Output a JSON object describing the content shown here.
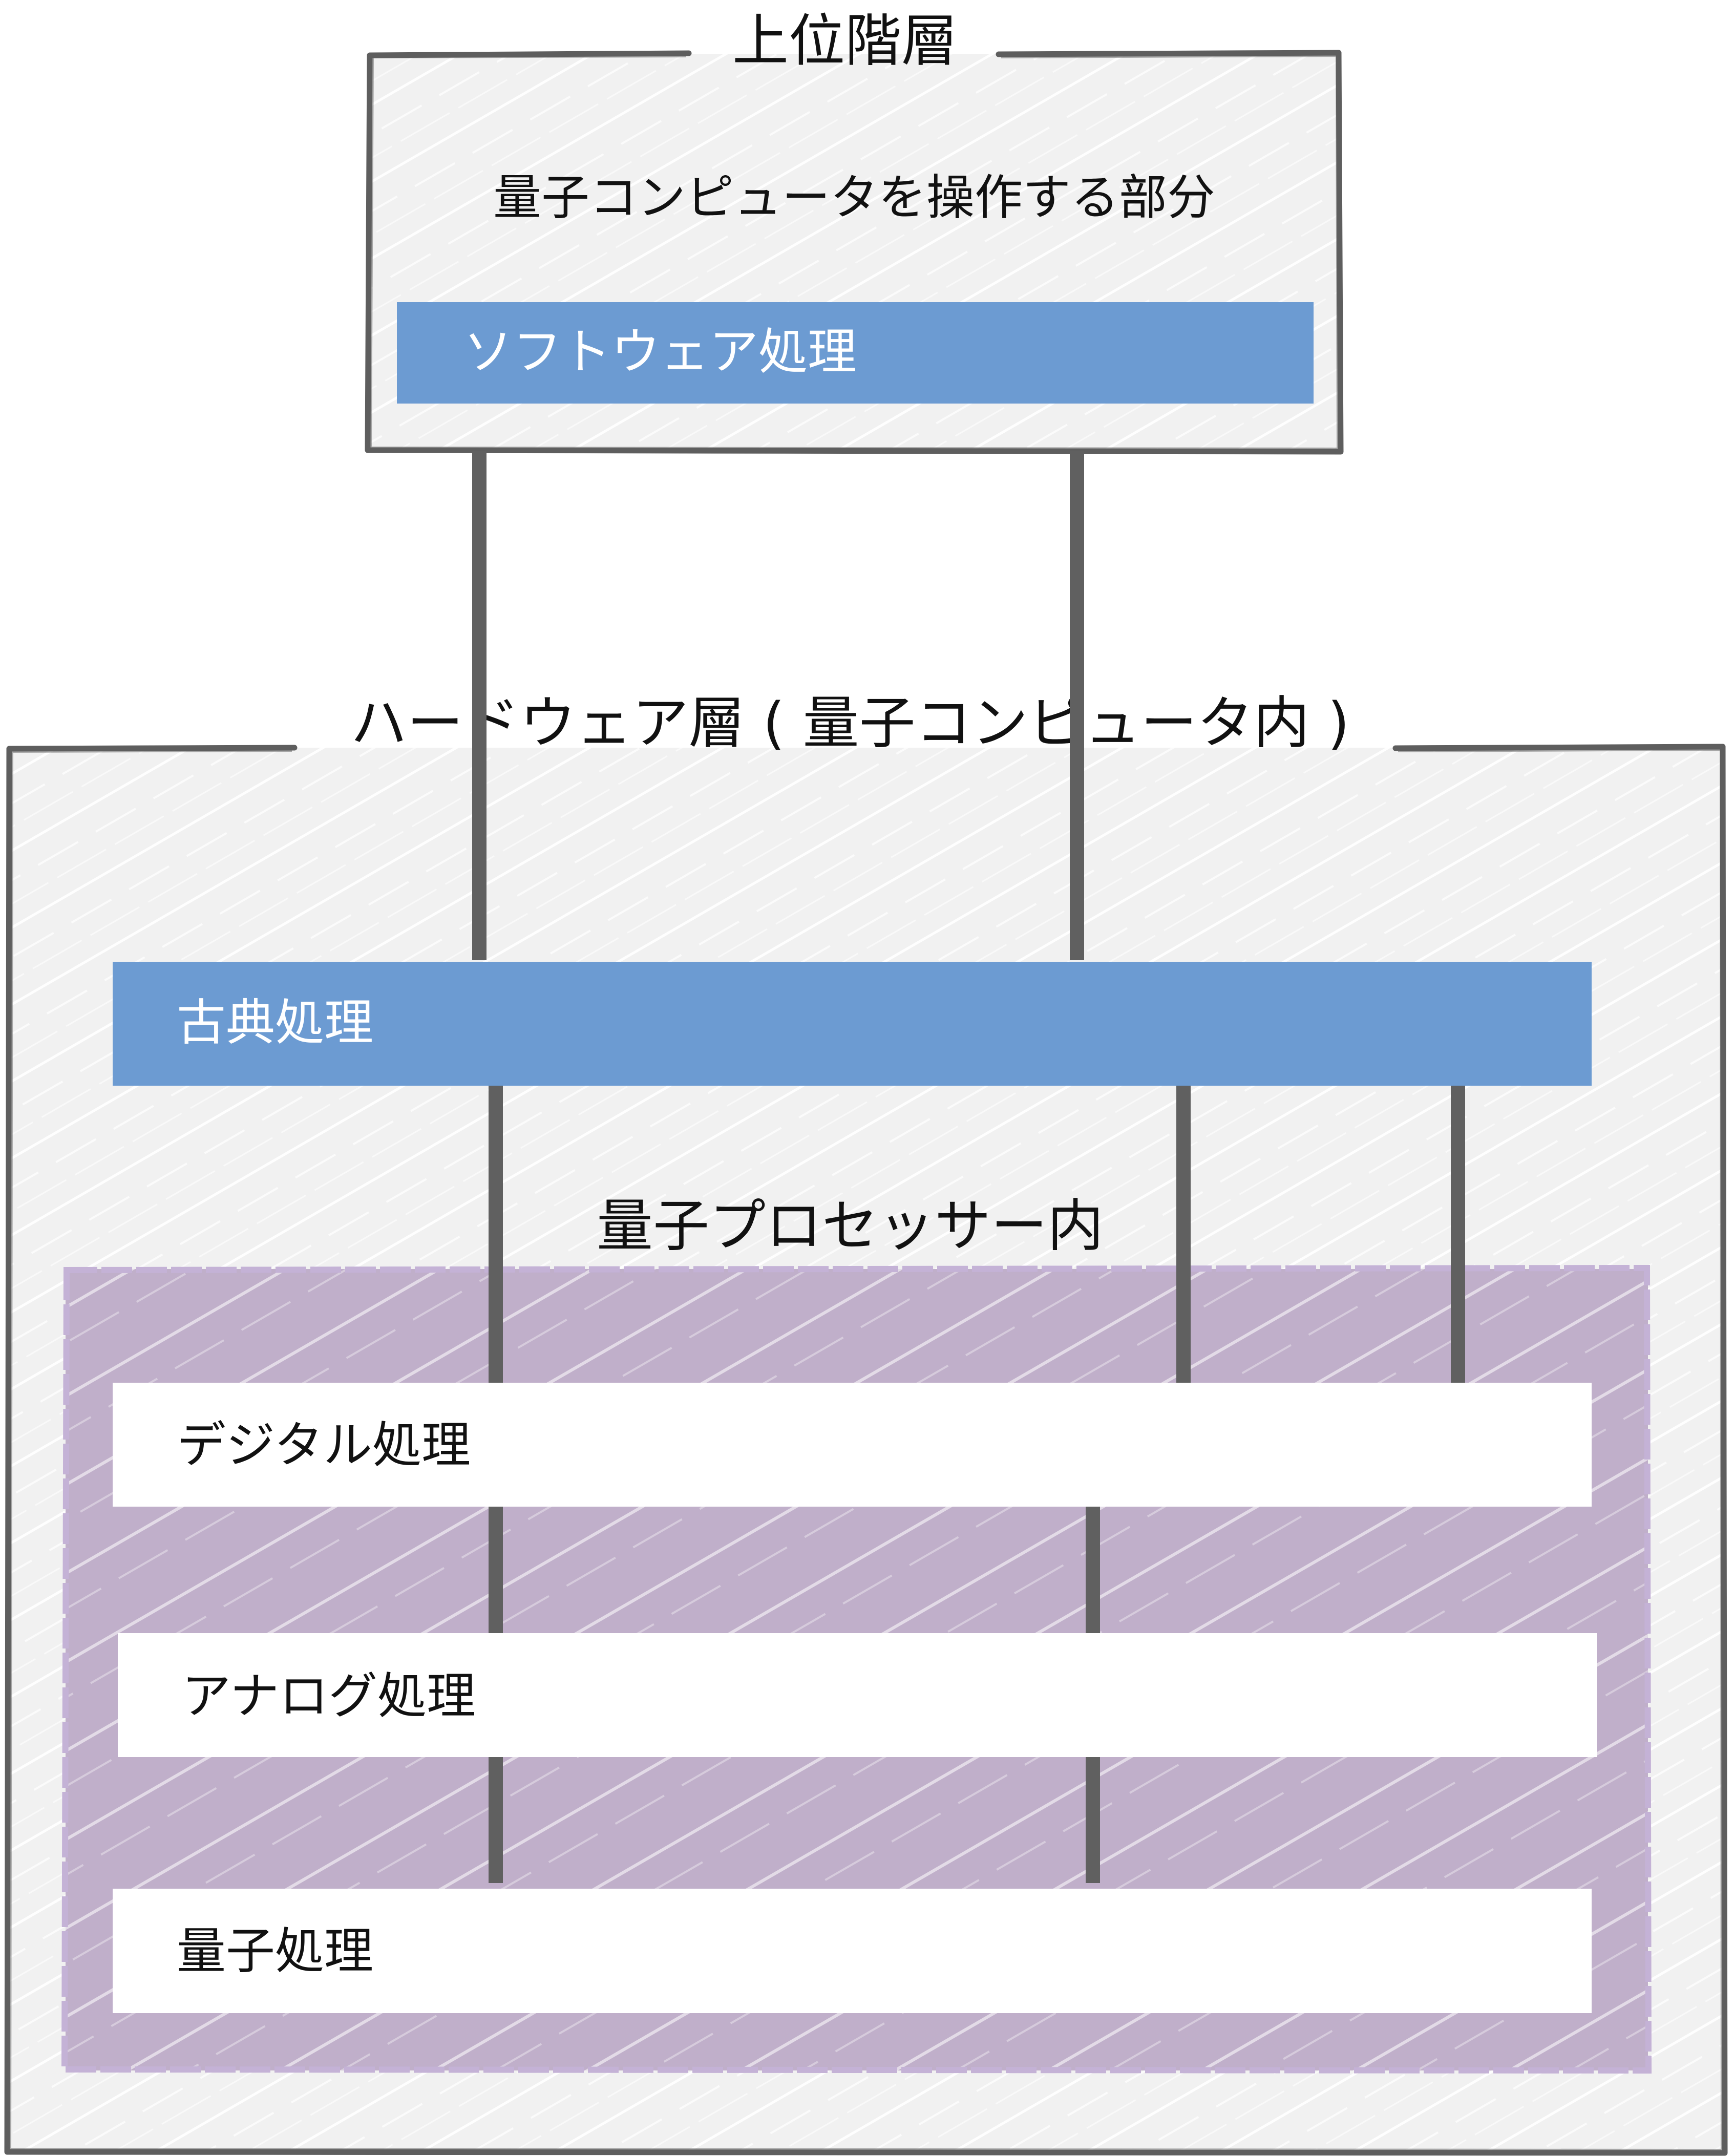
{
  "upper_layer": {
    "title": "上位階層",
    "description": "量子コンピュータを操作する部分",
    "software_bar": "ソフトウェア処理"
  },
  "hardware_layer": {
    "title": "ハードウェア層 ( 量子コンピュータ内 )",
    "classical_bar": "古典処理"
  },
  "quantum_processor": {
    "title": "量子プロセッサー内",
    "digital_bar": "デジタル処理",
    "analog_bar": "アナログ処理",
    "quantum_bar": "量子処理"
  },
  "colors": {
    "frame_fill": "#f1f1f1",
    "frame_stroke": "#5e5e5e",
    "bar_blue": "#6c9bd2",
    "processor_fill": "#c0afca",
    "processor_stroke": "#c4b2d6",
    "bar_white": "#ffffff",
    "connector": "#606060"
  }
}
